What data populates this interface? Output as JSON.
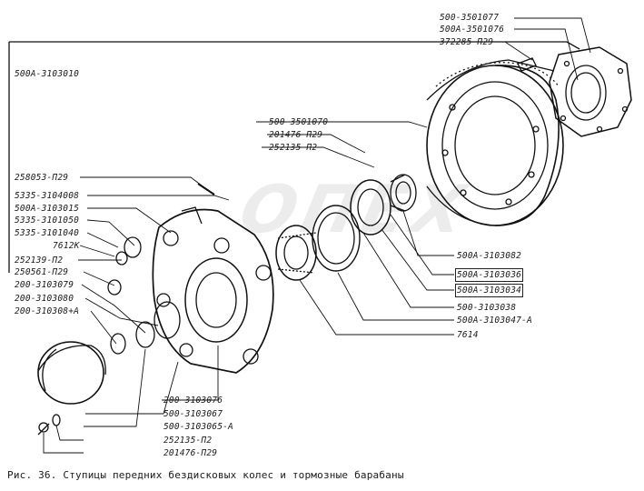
{
  "caption": "Рис. 36. Ступицы передних бездисковых колес и тормозные барабаны",
  "watermark": "ОПЕХ",
  "part_labels": {
    "p01": "500-3501077",
    "p02": "500А-3501076",
    "p03": "372285-П29",
    "p04": "500А-3103010",
    "p05": "500-3501070",
    "p06": "201476-П29",
    "p07": "252135-П2",
    "p08": "258053-П29",
    "p09": "5335-3104008",
    "p10": "500А-3103015",
    "p11": "5335-3101050",
    "p12": "5335-3101040",
    "p13": "7612К",
    "p14": "252139-П2",
    "p15": "250561-П29",
    "p16": "200-3103079",
    "p17": "200-3103080",
    "p18": "200-310308+А",
    "p19": "500А-3103082",
    "p20": "500А-3103036",
    "p21": "500А-3103034",
    "p22": "500-3103038",
    "p23": "500А-3103047-А",
    "p24": "7614",
    "p25": "200-3103076",
    "p26": "500-3103067",
    "p27": "500-3103065-А",
    "p28": "252135-П2",
    "p29": "201476-П29"
  }
}
